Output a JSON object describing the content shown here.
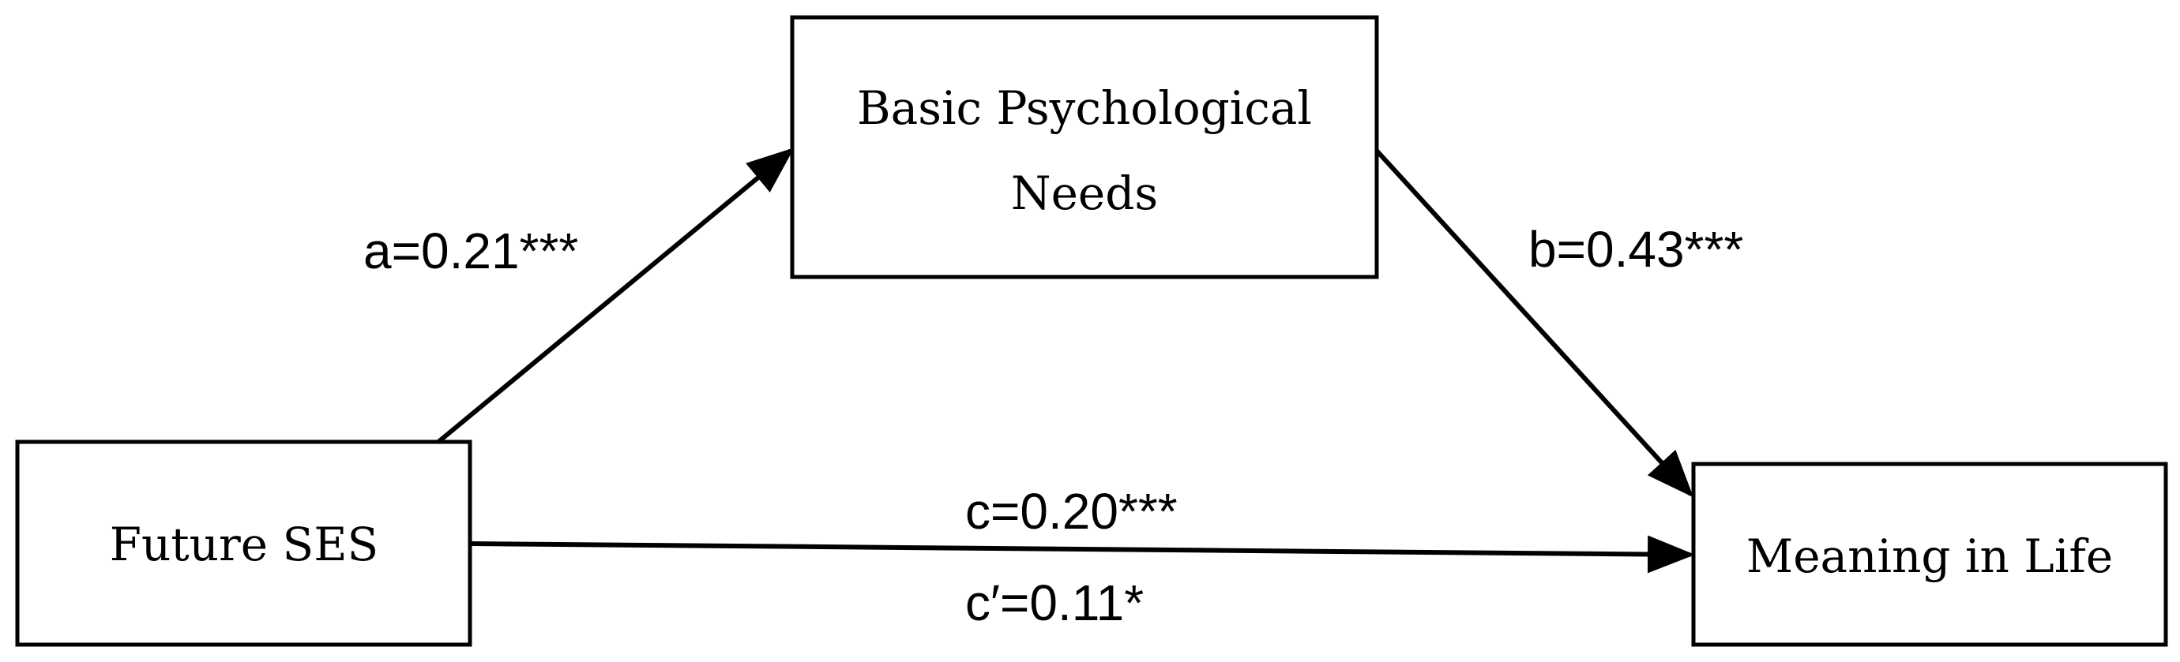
{
  "nodes": {
    "mediator": {
      "line1": "Basic Psychological",
      "line2": "Needs"
    },
    "predictor": {
      "label": "Future SES"
    },
    "outcome": {
      "label": "Meaning in Life"
    }
  },
  "paths": {
    "a": "a=0.21***",
    "b": "b=0.43***",
    "c": "c=0.20***",
    "c_prime": "c′=0.11*"
  },
  "colors": {
    "stroke": "#000000",
    "background": "#ffffff"
  }
}
